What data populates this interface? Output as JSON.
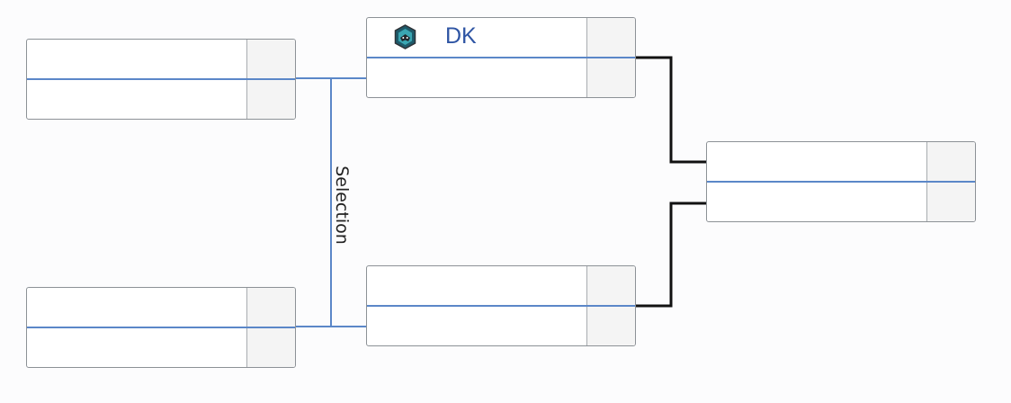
{
  "bracket": {
    "round_label": "Selection",
    "matches": [
      {
        "id": "r1-top",
        "slots": [
          {
            "team": "",
            "score": ""
          },
          {
            "team": "",
            "score": ""
          }
        ]
      },
      {
        "id": "r1-bottom",
        "slots": [
          {
            "team": "",
            "score": ""
          },
          {
            "team": "",
            "score": ""
          }
        ]
      },
      {
        "id": "r2-top",
        "slots": [
          {
            "team": "DK",
            "logo": "dk-logo-icon",
            "score": ""
          },
          {
            "team": "",
            "score": ""
          }
        ]
      },
      {
        "id": "r2-bottom",
        "slots": [
          {
            "team": "",
            "score": ""
          },
          {
            "team": "",
            "score": ""
          }
        ]
      },
      {
        "id": "final",
        "slots": [
          {
            "team": "",
            "score": ""
          },
          {
            "team": "",
            "score": ""
          }
        ]
      }
    ]
  },
  "colors": {
    "divider": "#5b87c8",
    "connector_blue": "#5b87c8",
    "connector_black": "#111111",
    "team_text": "#2f55a4",
    "logo_fill": "#1e5a6a",
    "score_bg": "#f4f4f4"
  }
}
